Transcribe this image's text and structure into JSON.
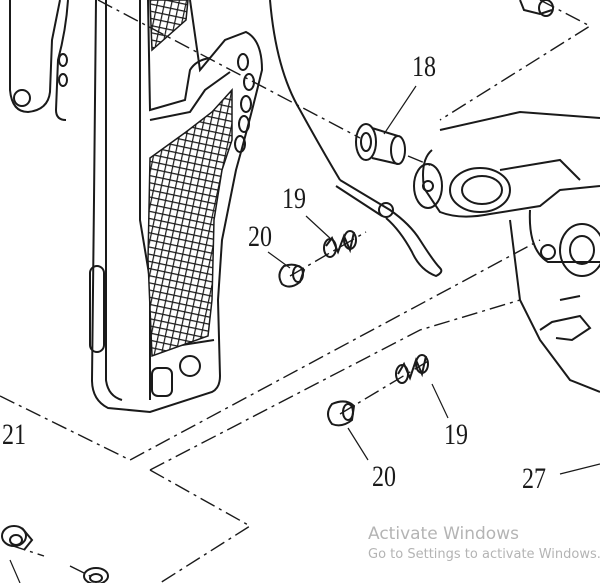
{
  "callouts": {
    "part_18": "18",
    "part_19_upper": "19",
    "part_20_upper": "20",
    "part_19_lower": "19",
    "part_20_lower": "20",
    "part_21": "21",
    "part_27": "27"
  },
  "watermark": {
    "title": "Activate Windows",
    "subtitle": "Go to Settings to activate Windows."
  }
}
